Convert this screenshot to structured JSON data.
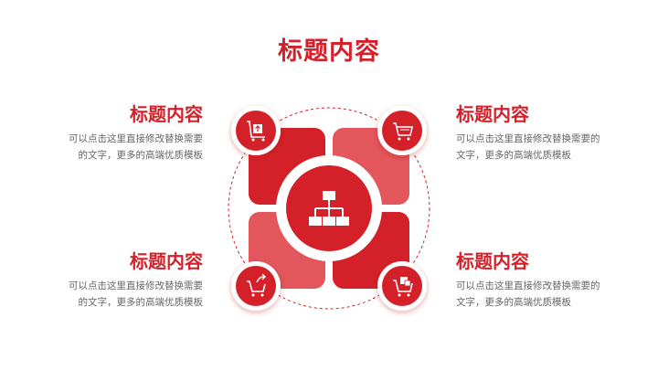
{
  "slide": {
    "title": "标题内容",
    "items": [
      {
        "heading": "标题内容",
        "text_line1": "可以点击这里直接修改替换需要",
        "text_line2": "的文字，更多的高端优质模板",
        "icon": "cart-box-icon"
      },
      {
        "heading": "标题内容",
        "text_line1": "可以点击这里直接修改替换需要的",
        "text_line2": "文字，更多的高端优质模板",
        "icon": "shopping-cart-icon"
      },
      {
        "heading": "标题内容",
        "text_line1": "可以点击这里直接修改替换需要",
        "text_line2": "的文字，更多的高端优质模板",
        "icon": "cart-arrow-icon"
      },
      {
        "heading": "标题内容",
        "text_line1": "可以点击这里直接修改替换需要的",
        "text_line2": "文字，更多的高端优质模板",
        "icon": "cart-gift-icon"
      }
    ],
    "center_icon": "hierarchy-icon"
  },
  "colors": {
    "primary": "#d42129",
    "primary_light": "#e2565c",
    "text_gray": "#666666"
  }
}
